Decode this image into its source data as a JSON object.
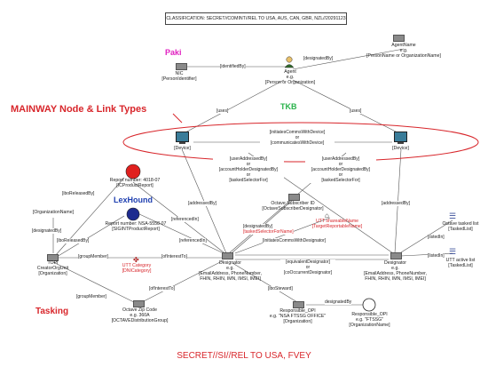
{
  "classification": "CLASSIFICATION:  SECRET//COMINT//REL TO USA, AUS, CAN, GBR, NZL//20291123",
  "footer": "SECRET//SI//REL TO USA, FVEY",
  "labels": {
    "paki": "Paki",
    "tkb": "TKB",
    "mainway": "MAINWAY Node & Link Types",
    "lexhound": "LexHound",
    "tasking": "Tasking"
  },
  "colors": {
    "accent_red": "#d8262b",
    "paki_magenta": "#e020c0",
    "tkb_green": "#29b24a",
    "lexhound_blue": "#1e3fb0",
    "red_circle": "#e0201e",
    "blue_circle": "#1d2b8f"
  },
  "nodes": {
    "agent_name": [
      "AgentName",
      "e.g.",
      "[PersonName or OrganizationName]"
    ],
    "nic": [
      "NIC",
      "[PersonIdentifier]"
    ],
    "agent": [
      "Agent",
      "e.g.",
      "[Person or Organization]"
    ],
    "device_left": "[Device]",
    "device_right": "[Device]",
    "report_red": [
      "Report number: 4018-07",
      "[ICProductReport]"
    ],
    "report_blue": [
      "Report number: NSA-5558-07",
      "[SIGINTProductReport]"
    ],
    "org_name": "[OrganizationName]",
    "topi": [
      "TOPI",
      "CreatorOrgUnit",
      "[Organization]"
    ],
    "utt_category": [
      "UTT Category",
      "[DNICategory]"
    ],
    "octave_subscriber": [
      "Octave Subscriber ID",
      "[OctaveSubscriberDesignator]"
    ],
    "utt_shareable": [
      "UTT shareableName",
      "[TargetReportableName]"
    ],
    "designator_left": [
      "Designator",
      "e.g.",
      "[EmailAddress, PhoneNumber,",
      "FHIN, RHIN, IMN, IMSI, IMEI]"
    ],
    "designator_right": [
      "Designator",
      "e.g.",
      "[EmailAddress, PhoneNumber,",
      "FHIN, RHIN, IMN, IMSI, IMEI]"
    ],
    "octave_tasked": [
      "Octave tasked list",
      "[TaskedList]"
    ],
    "utt_active": [
      "UTT active list",
      "[TaskedList]"
    ],
    "octave_zip": [
      "Octave Zip Code",
      "e.g. 360A",
      "[OCTAVEDistributionGroup]"
    ],
    "responsible_opi_left": [
      "Responsible_OPI",
      "e.g. \"NSA FTSSG OFFICE\"",
      "[Organization]"
    ],
    "responsible_opi_right": [
      "Responsible_OPI",
      "e.g. \"FTSSG\"",
      "[OrganizationName]"
    ]
  },
  "edges": {
    "identified_by": "[identifiedBy]",
    "designated_by_top": "[designatedBy]",
    "uses_left": "[uses]",
    "uses_right": "[uses]",
    "initiates": [
      "[initiatesCommsWithDevice]",
      "or",
      "[communicatesWithDevice]"
    ],
    "user_addressed_left": [
      "[userAddressedBy]",
      "or",
      "[accountHolderDesignatedBy]",
      "or",
      "[taskedSelectorFor]"
    ],
    "user_addressed_right": [
      "[userAddressedBy]",
      "or",
      "[accountHolderDesignatedBy]",
      "or",
      "[taskedSelectorFor]"
    ],
    "addressed_by_left": "[addressedBy]",
    "addressed_by_right": "[addressedBy]",
    "ibo_released_top": "[iboReleasedBy]",
    "ibo_released_bottom": "[iboReleasedBy]",
    "designated_by_org": "[designatedBy]",
    "referenced_in_top": "[referencedIn]",
    "referenced_in_bottom": "[referencedIn]",
    "group_member_top": "[groupMember]",
    "group_member_bottom": "[groupMember]",
    "of_interest_to_top": "[ofInterestTo]",
    "of_interest_to_bottom": "[ofInterestTo]",
    "designated_by_mid": "[designatedBy]",
    "tasked_selector_for_name": "[taskedSelectorForName]",
    "initiates_comms_designator": "[initiatesCommsWithDesignator]",
    "equivalent_designator": [
      "[equivalentDesignator]",
      "or",
      "[coOccurrentDesignator]"
    ],
    "listed_in_top": "[listedIn]",
    "listed_in_bottom": "[listedIn]",
    "ibo_steward": "[iboSteward]",
    "designated_by_bottom": "designatedBy"
  }
}
